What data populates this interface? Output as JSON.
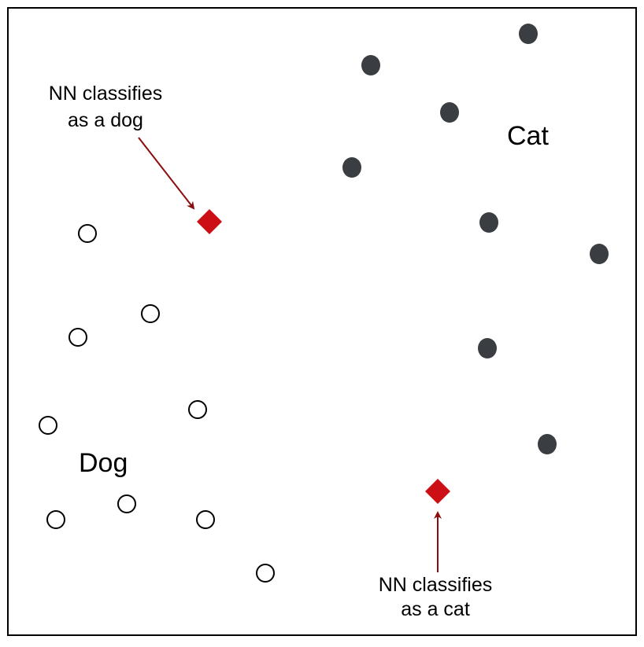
{
  "labels": {
    "dog_cluster": "Dog",
    "cat_cluster": "Cat"
  },
  "annotations": {
    "dog_note": {
      "line1": "NN classifies",
      "line2": "as a dog"
    },
    "cat_note": {
      "line1": "NN classifies",
      "line2": "as a cat"
    }
  },
  "colors": {
    "background": "#ffffff",
    "frame": "#000000",
    "dog_point_stroke": "#000000",
    "dog_point_fill": "#ffffff",
    "cat_point_fill": "#3a3d42",
    "query_point": "#cc0f14",
    "arrow": "#8b0d0d"
  }
}
